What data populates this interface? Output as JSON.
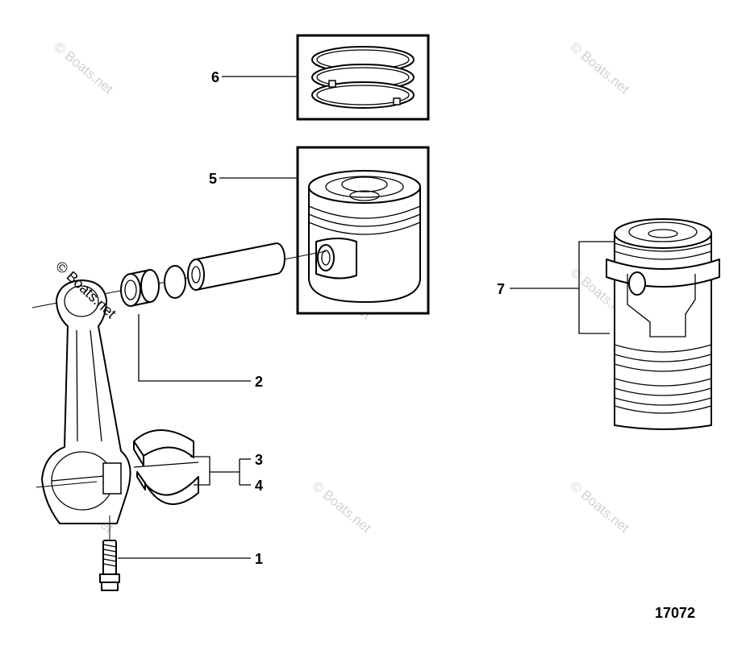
{
  "diagram": {
    "callouts": [
      {
        "id": "1",
        "label": "1"
      },
      {
        "id": "2",
        "label": "2"
      },
      {
        "id": "3",
        "label": "3"
      },
      {
        "id": "4",
        "label": "4"
      },
      {
        "id": "5",
        "label": "5"
      },
      {
        "id": "6",
        "label": "6"
      },
      {
        "id": "7",
        "label": "7"
      }
    ],
    "figure_number": "17072",
    "watermark": "© Boats.net"
  }
}
